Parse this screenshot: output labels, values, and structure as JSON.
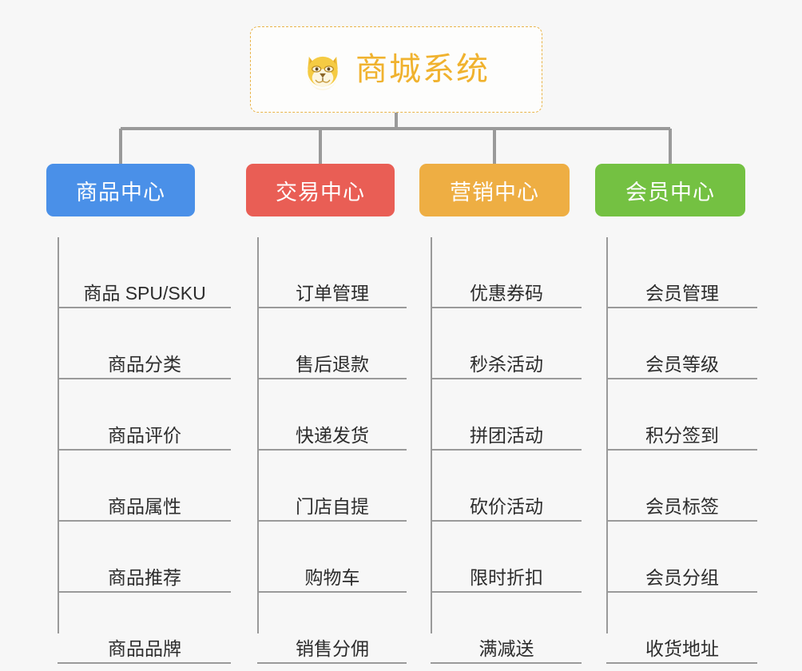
{
  "root": {
    "title": "商城系统",
    "icon": "dog-face-icon",
    "border_color": "#e9b44a",
    "text_color": "#f0b22e"
  },
  "canvas": {
    "background": "#f7f7f7",
    "connector_color": "#9a9a9a"
  },
  "columns": [
    {
      "title": "商品中心",
      "color": "#4a90e8",
      "items": [
        "商品 SPU/SKU",
        "商品分类",
        "商品评价",
        "商品属性",
        "商品推荐",
        "商品品牌"
      ]
    },
    {
      "title": "交易中心",
      "color": "#e95e55",
      "items": [
        "订单管理",
        "售后退款",
        "快递发货",
        "门店自提",
        "购物车",
        "销售分佣"
      ]
    },
    {
      "title": "营销中心",
      "color": "#eeae43",
      "items": [
        "优惠券码",
        "秒杀活动",
        "拼团活动",
        "砍价活动",
        "限时折扣",
        "满减送"
      ]
    },
    {
      "title": "会员中心",
      "color": "#74c142",
      "items": [
        "会员管理",
        "会员等级",
        "积分签到",
        "会员标签",
        "会员分组",
        "收货地址"
      ]
    }
  ]
}
